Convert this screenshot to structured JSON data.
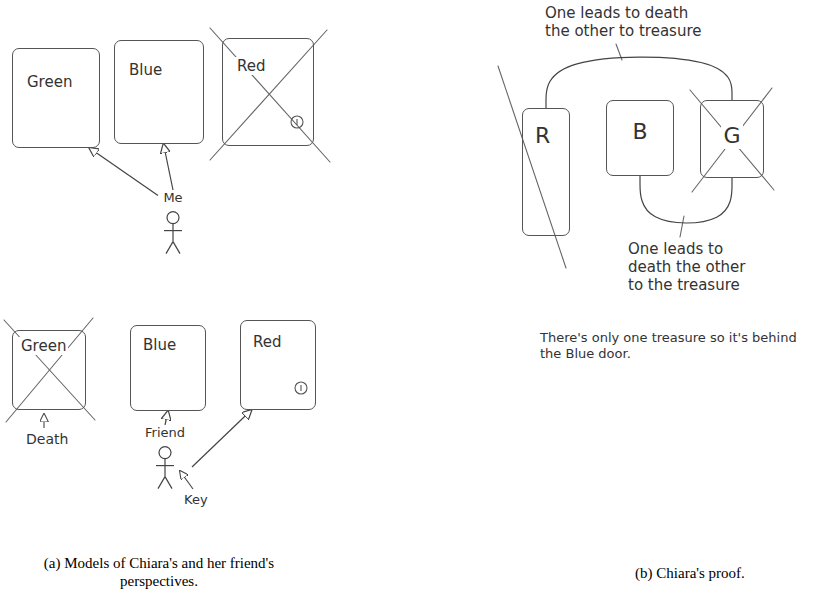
{
  "diagram": {
    "nodes": [
      {
        "text": [
          "Green"
        ]
      },
      {
        "text": [
          "Blue"
        ]
      },
      {
        "text": [
          "Red"
        ]
      },
      {
        "text": [
          "Me"
        ]
      },
      {
        "text": [
          "Green"
        ]
      },
      {
        "text": [
          "Blue"
        ]
      },
      {
        "text": [
          "Red"
        ]
      },
      {
        "text": [
          "Friend"
        ]
      },
      {
        "text": [
          "R"
        ]
      },
      {
        "text": [
          "B"
        ]
      },
      {
        "text": [
          "G"
        ]
      }
    ],
    "edges": [
      {
        "from": 3,
        "to": 0,
        "arrow": "to"
      },
      {
        "from": 3,
        "to": 1,
        "arrow": "to"
      },
      {
        "from": 7,
        "to": 5,
        "arrow": "to"
      },
      {
        "from": 7,
        "to": 6,
        "arrow": "to"
      },
      {
        "from": 8,
        "to": 10,
        "arrow": "none",
        "label": "One leads to death the other to treasure"
      },
      {
        "from": 9,
        "to": 10,
        "arrow": "none",
        "label": "One leads to death the other to the treasure"
      }
    ],
    "labels": [
      "Death",
      "Key",
      "There's only one treasure so it's behind the Blue door.",
      "(a) Models of Chiara's and her friend's perspectives.",
      "(b) Chiara's proof."
    ]
  }
}
